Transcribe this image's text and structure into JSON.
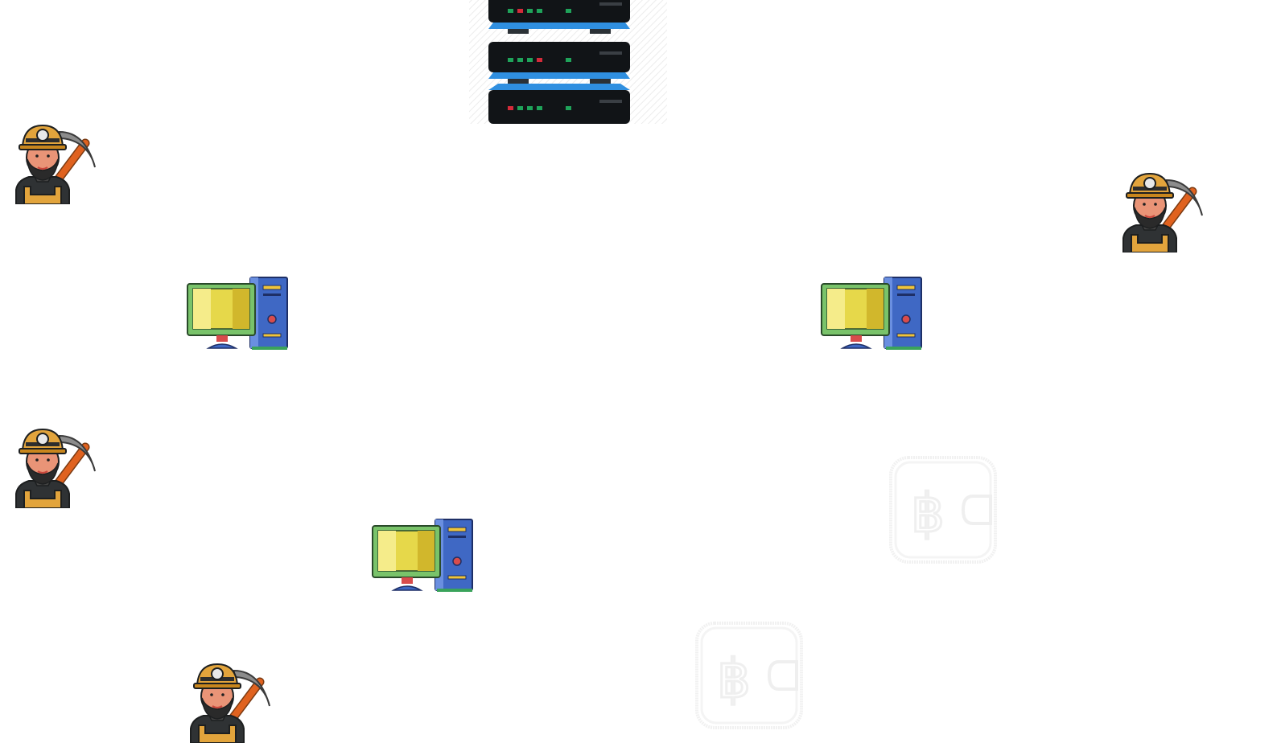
{
  "diagram": {
    "nodes": [
      {
        "id": "server",
        "type": "server-rack-icon"
      },
      {
        "id": "miner-1",
        "type": "miner-icon"
      },
      {
        "id": "miner-2",
        "type": "miner-icon"
      },
      {
        "id": "miner-3",
        "type": "miner-icon"
      },
      {
        "id": "miner-4",
        "type": "miner-icon"
      },
      {
        "id": "computer-1",
        "type": "desktop-computer-icon"
      },
      {
        "id": "computer-2",
        "type": "desktop-computer-icon"
      },
      {
        "id": "computer-3",
        "type": "desktop-computer-icon"
      },
      {
        "id": "wallet-1",
        "type": "bitcoin-wallet-icon"
      },
      {
        "id": "wallet-2",
        "type": "bitcoin-wallet-icon"
      }
    ],
    "colors": {
      "background": "#ffffff",
      "server_body": "#111417",
      "server_accent": "#2f8fe0",
      "led_green": "#1fa35a",
      "led_red": "#d42b3a",
      "monitor_yellow": "#e6d84a",
      "monitor_frame": "#79c36a",
      "tower_blue": "#3f68c4",
      "helmet_gold": "#e2a43c",
      "pick_orange": "#e0621f",
      "wallet_outline": "#f1f1f1"
    }
  }
}
